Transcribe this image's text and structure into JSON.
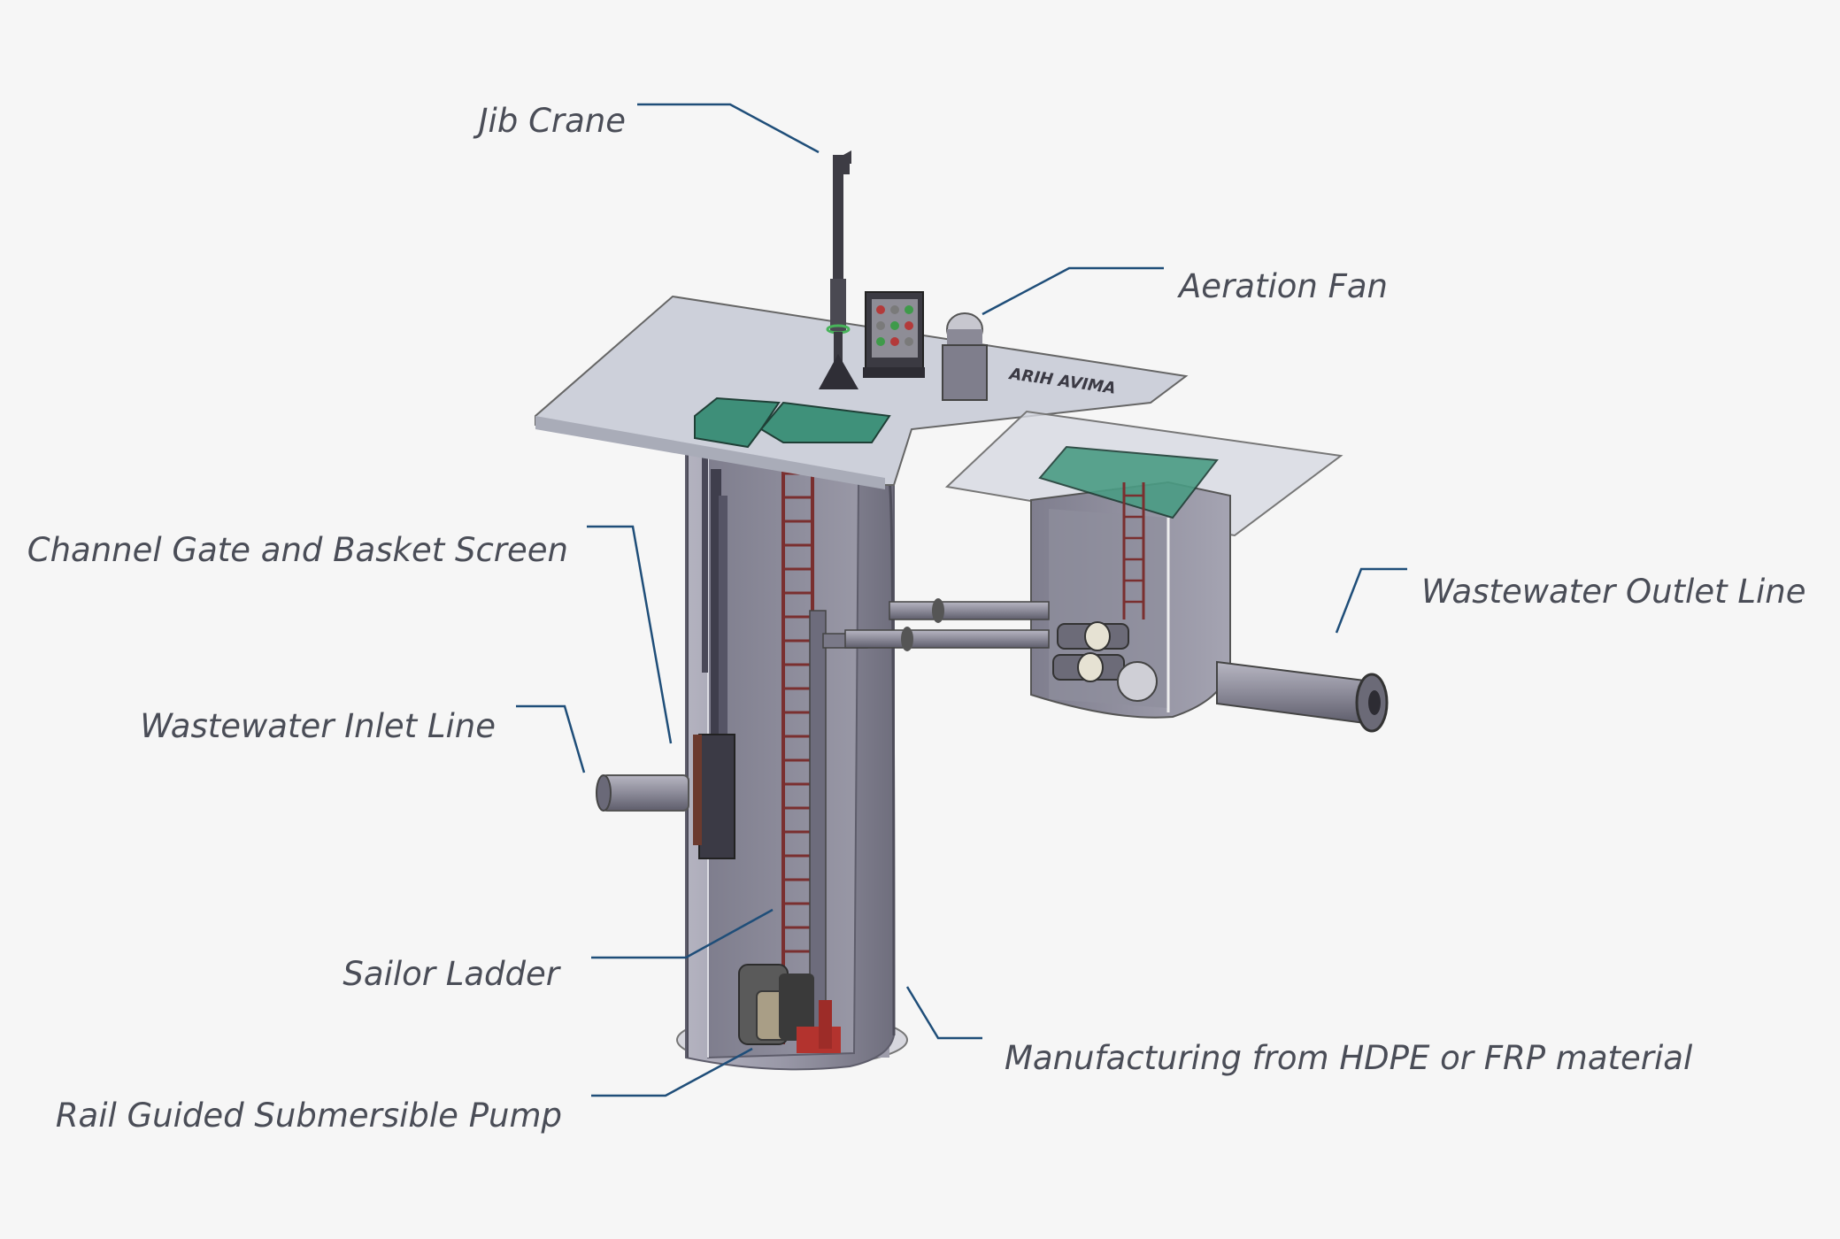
{
  "labels": {
    "jib_crane": "Jib Crane",
    "aeration_fan": "Aeration Fan",
    "channel_gate": "Channel Gate and Basket Screen",
    "outlet_line": "Wastewater Outlet Line",
    "inlet_line": "Wastewater Inlet Line",
    "sailor_ladder": "Sailor Ladder",
    "material": "Manufacturing from HDPE or FRP material",
    "pump": "Rail Guided Submersible Pump"
  },
  "logo_text": "ARIH AVIMA",
  "colors": {
    "background": "#f6f6f6",
    "leader_line": "#1f4e79",
    "tank_body": "#8b8a99",
    "platform": "#c9ccd6",
    "cover_green": "#3d8e78",
    "ladder_red": "#7a2f2f",
    "label_text": "#4a4d57"
  }
}
